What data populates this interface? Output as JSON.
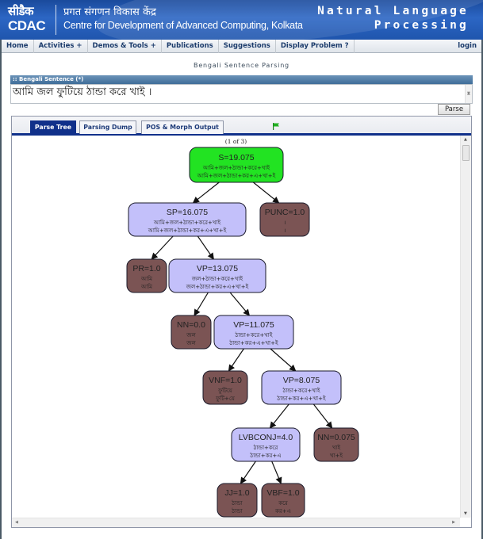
{
  "header": {
    "logo_hindi": "सीडैक",
    "logo_english": "CDAC",
    "org_hindi": "प्रगत संगणन विकास केंद्र",
    "org_english": "Centre for Development of Advanced Computing, Kolkata",
    "product_line1": "Natural Language",
    "product_line2": "Processing"
  },
  "nav": {
    "items": [
      "Home",
      "Activities +",
      "Demos & Tools +",
      "Publications",
      "Suggestions",
      "Display Problem ?"
    ],
    "login": "login"
  },
  "page": {
    "title": "Bengali Sentence Parsing"
  },
  "input": {
    "label": ":: Bengali Sentence (*)",
    "value": "আমি জল ফুটিয়ে ঠান্ডা করে খাই ।",
    "parse_button": "Parse"
  },
  "tabs": {
    "items": [
      {
        "label": "Parse Tree",
        "active": true
      },
      {
        "label": "Parsing Dump",
        "active": false
      },
      {
        "label": "POS & Morph Output",
        "active": false
      }
    ],
    "flag_icon": "green-flag"
  },
  "tree": {
    "counter": "(1 of 3)",
    "colors": {
      "root": "#22e322",
      "phrase": "#c3c0fa",
      "leaf": "#7b5454",
      "edge": "#111111"
    },
    "nodes": [
      {
        "id": "S",
        "kind": "root",
        "label": "S=19.075",
        "line1": "আমি+জল+ঠান্ডা+করে+খাই",
        "line2": "আমি+জল+ঠান্ডা+কর+এ+খা+ই"
      },
      {
        "id": "SP",
        "kind": "phrase",
        "label": "SP=16.075",
        "line1": "আমি+জল+ঠান্ডা+করে+খাই",
        "line2": "আমি+জল+ঠান্ডা+কর+এ+খা+ই"
      },
      {
        "id": "PUNC",
        "kind": "leaf",
        "label": "PUNC=1.0",
        "line1": "।",
        "line2": "।"
      },
      {
        "id": "PR",
        "kind": "leaf",
        "label": "PR=1.0",
        "line1": "আমি",
        "line2": "আমি"
      },
      {
        "id": "VP1",
        "kind": "phrase",
        "label": "VP=13.075",
        "line1": "জল+ঠান্ডা+করে+খাই",
        "line2": "জল+ঠান্ডা+কর+এ+খা+ই"
      },
      {
        "id": "NN1",
        "kind": "leaf",
        "label": "NN=0.0",
        "line1": "জল",
        "line2": "জল"
      },
      {
        "id": "VP2",
        "kind": "phrase",
        "label": "VP=11.075",
        "line1": "ঠান্ডা+করে+খাই",
        "line2": "ঠান্ডা+কর+এ+খা+ই"
      },
      {
        "id": "VNF",
        "kind": "leaf",
        "label": "VNF=1.0",
        "line1": "ফুটিয়ে",
        "line2": "ফুটি+য়ে"
      },
      {
        "id": "VP3",
        "kind": "phrase",
        "label": "VP=8.075",
        "line1": "ঠান্ডা+করে+খাই",
        "line2": "ঠান্ডা+কর+এ+খা+ই"
      },
      {
        "id": "LVBCONJ",
        "kind": "phrase",
        "label": "LVBCONJ=4.0",
        "line1": "ঠান্ডা+করে",
        "line2": "ঠান্ডা+কর+এ"
      },
      {
        "id": "NN2",
        "kind": "leaf",
        "label": "NN=0.075",
        "line1": "খাই",
        "line2": "খা+ই"
      },
      {
        "id": "JJ",
        "kind": "leaf",
        "label": "JJ=1.0",
        "line1": "ঠান্ডা",
        "line2": "ঠান্ডা"
      },
      {
        "id": "VBF",
        "kind": "leaf",
        "label": "VBF=1.0",
        "line1": "করে",
        "line2": "কর+এ"
      }
    ],
    "edges": [
      [
        "S",
        "SP"
      ],
      [
        "S",
        "PUNC"
      ],
      [
        "SP",
        "PR"
      ],
      [
        "SP",
        "VP1"
      ],
      [
        "VP1",
        "NN1"
      ],
      [
        "VP1",
        "VP2"
      ],
      [
        "VP2",
        "VNF"
      ],
      [
        "VP2",
        "VP3"
      ],
      [
        "VP3",
        "LVBCONJ"
      ],
      [
        "VP3",
        "NN2"
      ],
      [
        "LVBCONJ",
        "JJ"
      ],
      [
        "LVBCONJ",
        "VBF"
      ]
    ]
  }
}
